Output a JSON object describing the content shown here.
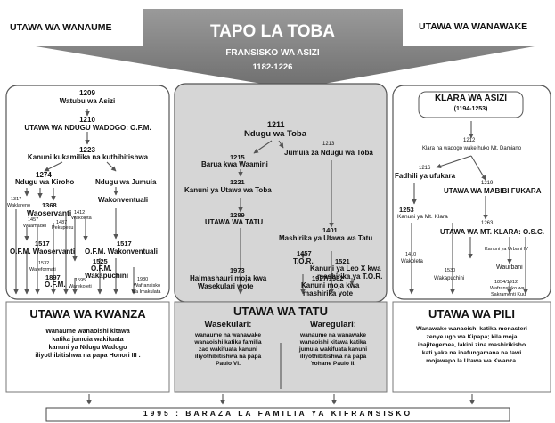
{
  "top": {
    "left_title": "UTAWA WA WANAUME",
    "right_title": "UTAWA WA WANAWAKE",
    "main_title": "TAPO LA TOBA",
    "subtitle": "FRANSISKO WA ASIZI",
    "years": "1182-1226"
  },
  "left": {
    "n1209y": "1209",
    "n1209t": "Watubu wa Asizi",
    "n1210y": "1210",
    "n1210t": "UTAWA WA NDUGU WADOGO: O.F.M.",
    "n1223y": "1223",
    "n1223t": "Kanuni kukamilika na kuthibitishwa",
    "n1274y": "1274",
    "n1274t": "Ndugu wa Kiroho",
    "jumuia": "Ndugu wa Jumuia",
    "n1317y": "1317",
    "n1317t": "Waklareno",
    "n1368y": "1368",
    "n1368t": "Waoservanti",
    "n1412y": "1412",
    "n1412t": "Wakoleta",
    "n1457y": "1457",
    "n1457t": "Waamadei",
    "n1487y": "1487",
    "n1487t": "Pekupeku",
    "wakonventuali": "Wakonventuali",
    "n1517ay": "1517",
    "n1517at": "O.F.M. Waoservanti",
    "n1517by": "1517",
    "n1517bt": "O.F.M. Wakonventuali",
    "n1532y": "1532",
    "n1532t": "Wareformati",
    "n1525y": "1525",
    "n1525t1": "O.F.M.",
    "n1525t2": "Wakapuchini",
    "n1595y": "1595",
    "n1595t": "Warekoleti",
    "n1897y": "1897",
    "n1897t": "O.F.M.",
    "n1980y": "1980",
    "n1980t1": "Wafransisko",
    "n1980t2": "wa Imakulata"
  },
  "middle": {
    "n1211y": "1211",
    "n1211t": "Ndugu wa Toba",
    "n1213y": "1213",
    "n1213t": "Jumuia za Ndugu wa Toba",
    "n1215y": "1215",
    "n1215t": "Barua kwa Waamini",
    "n1221y": "1221",
    "n1221t": "Kanuni ya Utawa wa Toba",
    "n1289y": "1289",
    "n1289t": "UTAWA WA TATU",
    "n1401y": "1401",
    "n1401t": "Mashirika ya Utawa wa Tatu",
    "n1457y": "1457",
    "n1457t": "T.O.R.",
    "n1521y": "1521",
    "n1521t1": "Kanuni ya Leo X kwa",
    "n1521t2": "mashirika ya T.O.R.",
    "n1973y": "1973",
    "n1973t1": "Halmashauri moja kwa",
    "n1973t2": "Wasekulari wote",
    "n1927y": "1927/1982",
    "n1927t1": "Kanuni moja kwa",
    "n1927t2": "mashirika yote"
  },
  "right": {
    "klara": "KLARA WA ASIZI",
    "klara_years": "(1194-1253)",
    "n1212y": "1212",
    "n1212t": "Klara na wadogo wake huko Mt. Damiano",
    "n1216y": "1216",
    "n1216t": "Fadhili ya ufukara",
    "n1219y": "1219",
    "n1219t": "UTAWA WA MABIBI FUKARA",
    "n1253y": "1253",
    "n1253t": "Kanuni ya Mt. Klara",
    "n1263y": "1263",
    "n1263t": "UTAWA WA MT. KLARA: O.S.C.",
    "urbani": "Kanuni ya Urbani IV",
    "waurbani": "Waurbani",
    "n1410y": "1410",
    "n1410t": "Wakoleta",
    "n1530y": "1530",
    "n1530t": "Wakapuchini",
    "n1854y": "1854/1912",
    "n1854t1": "Wafransisko wa",
    "n1854t2": "Sakramenti Kuu"
  },
  "bottom": {
    "kwanza_title": "UTAWA WA KWANZA",
    "kwanza_l1": "Wanaume wanaoishi kitawa",
    "kwanza_l2": "katika jumuia wakifuata",
    "kwanza_l3": "kanuni ya Ndugu Wadogo",
    "kwanza_l4": "iliyothibitishwa na papa Honori III .",
    "tatu_title": "UTAWA WA TATU",
    "sek_title": "Wasekulari:",
    "sek_l1": "wanaume na wanawake",
    "sek_l2": "wanaoishi katika familia",
    "sek_l3": "zao wakifuata kanuni",
    "sek_l4": "iliyothibitishwa na papa",
    "sek_l5": "Paulo VI.",
    "reg_title": "Waregulari:",
    "reg_l1": "wanaume na wanawake",
    "reg_l2": "wanaoishi kitawa katika",
    "reg_l3": "jumuia wakifuata kanuni",
    "reg_l4": "iliyothibitishwa na papa",
    "reg_l5": "Yohane Paulo II.",
    "pili_title": "UTAWA WA PILI",
    "pili_l1": "Wanawake wanaoishi katika monasteri",
    "pili_l2": "zenye ugo wa Kipapa; kila moja",
    "pili_l3": "inajitegemea, lakini zina mashirikisho",
    "pili_l4": "kati yake na inafungamana na tawi",
    "pili_l5": "mojawapo la Utawa wa Kwanza."
  },
  "footer": "1995 : BARAZA LA FAMILIA YA KIFRANSISKO"
}
